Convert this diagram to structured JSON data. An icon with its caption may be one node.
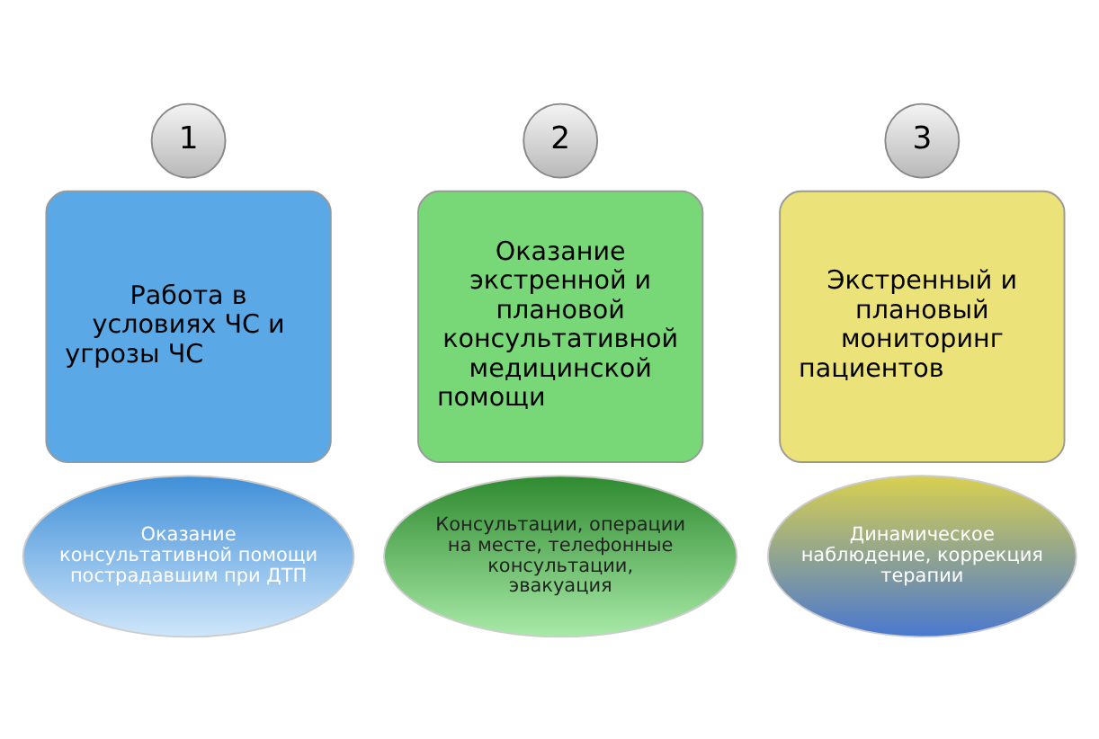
{
  "diagram": {
    "nodes": [
      {
        "text": [
          "1"
        ]
      },
      {
        "text": [
          "Работа в условиях ЧС и угрозы ЧС"
        ]
      },
      {
        "text": [
          "Оказание консультативной помощи пострадавшим при ДТП"
        ]
      },
      {
        "text": [
          "2"
        ]
      },
      {
        "text": [
          "Оказание экстренной и плановой консультативной медицинской помощи"
        ]
      },
      {
        "text": [
          "Консультации, операции на месте, телефонные консультации, эвакуация"
        ]
      },
      {
        "text": [
          "3"
        ]
      },
      {
        "text": [
          "Экстренный и плановый мониторинг пациентов"
        ]
      },
      {
        "text": [
          "Динамическое наблюдение, коррекция терапии"
        ]
      }
    ]
  }
}
